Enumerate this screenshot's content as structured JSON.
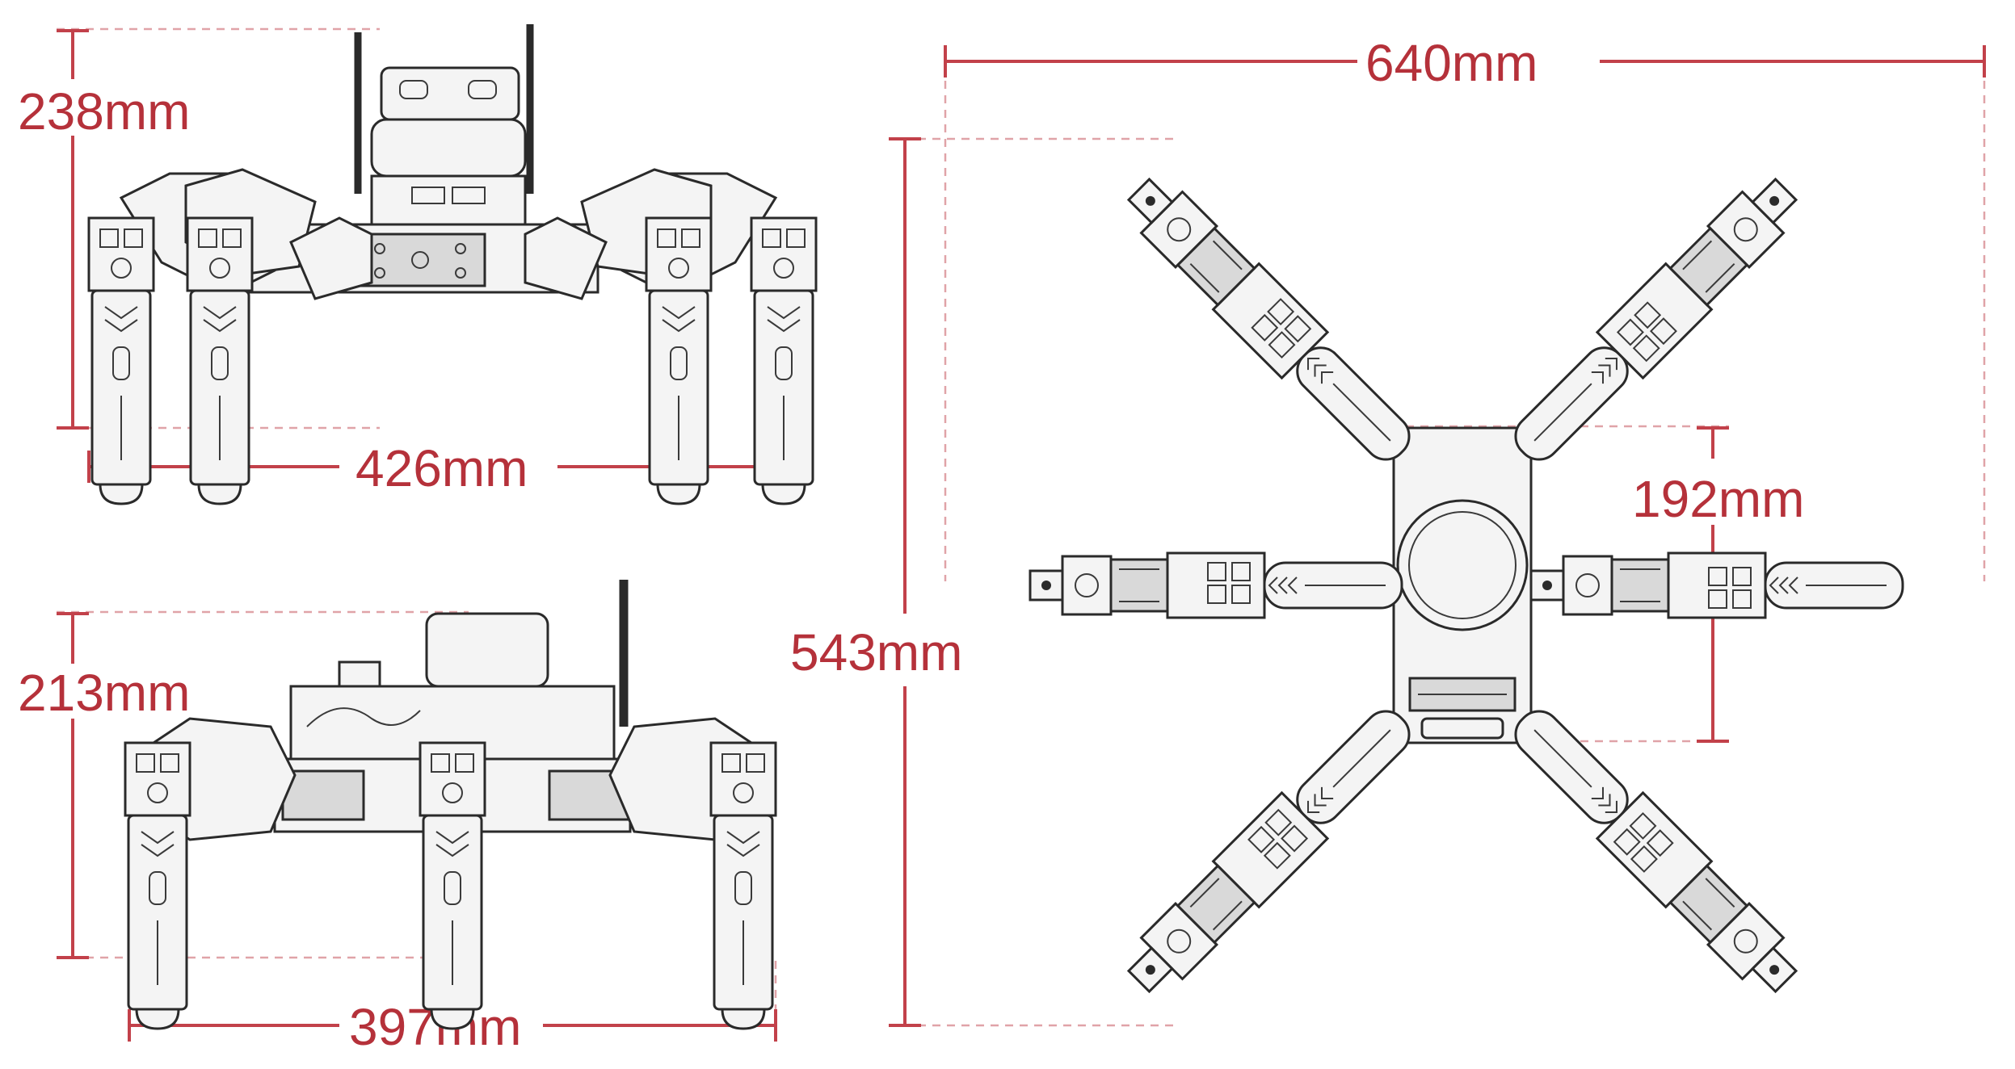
{
  "colors": {
    "dimension": "#b5313a",
    "outline": "#2a2a2a",
    "background": "#ffffff"
  },
  "views": {
    "front": {
      "height_label": "238mm",
      "width_label": "426mm"
    },
    "side": {
      "height_label": "213mm",
      "width_label": "397mm"
    },
    "top": {
      "width_label": "640mm",
      "height_label": "543mm",
      "body_label": "192mm"
    }
  }
}
